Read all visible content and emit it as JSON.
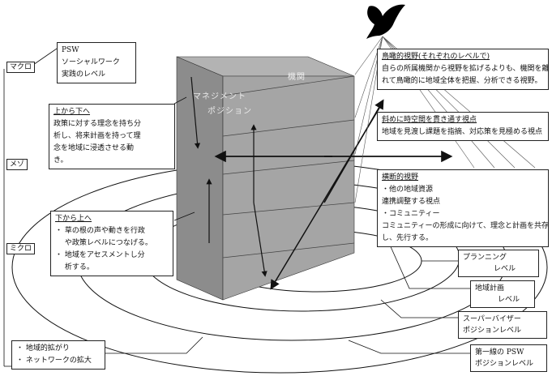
{
  "levels": {
    "macro": "マクロ",
    "meso": "メゾ",
    "micro": "ミクロ"
  },
  "psw_box": {
    "title": "PSW",
    "line1": "ソーシャルワーク",
    "line2": "実践のレベル"
  },
  "top_down": {
    "title": "上から下へ",
    "lines": [
      "政策に対する理念を持ち分",
      "析し、将来計画を持って理",
      "念を地域に浸透させる動",
      "き。"
    ]
  },
  "bottom_up": {
    "title": "下から上へ",
    "items": [
      "・ 草の根の声や動きを行政",
      "　 や政策レベルにつなげる。",
      "・ 地域をアセスメントし分",
      "　 析する。"
    ]
  },
  "expansion": {
    "items": [
      "・ 地域的拡がり",
      "・ ネットワークの拡大"
    ]
  },
  "building": {
    "label_kikan": "機関",
    "label_mgmt1": "マネジメント",
    "label_mgmt2": "ポジション"
  },
  "birds_eye": {
    "title": "鳥瞰的視野(それぞれのレベルで)",
    "line1": "自らの所属機関から視野を拡げるよりも、機関を離",
    "line2": "れて鳥瞰的に地域全体を把握、分析できる視野。"
  },
  "diagonal": {
    "title": "斜めに時空間を貫き通す視点",
    "line1": "地域を見渡し課題を指摘、対応策を見極める視点"
  },
  "cross": {
    "title": "横断的視野",
    "lines": [
      "・他の地域資源",
      "連携調整する視点",
      "・コミュニティー",
      "コミュニティーの形成に向けて、理念と計画を共存",
      "し、先行する。"
    ]
  },
  "planning": {
    "line1": "プランニング",
    "line2": "レベル"
  },
  "regional_plan": {
    "line1": "地域計画",
    "line2": "レベル"
  },
  "supervisor": {
    "line1": "スーパーバイザー",
    "line2": "ポジションレベル"
  },
  "frontline": {
    "line1": "第一線の PSW",
    "line2": "ポジションレベル"
  }
}
